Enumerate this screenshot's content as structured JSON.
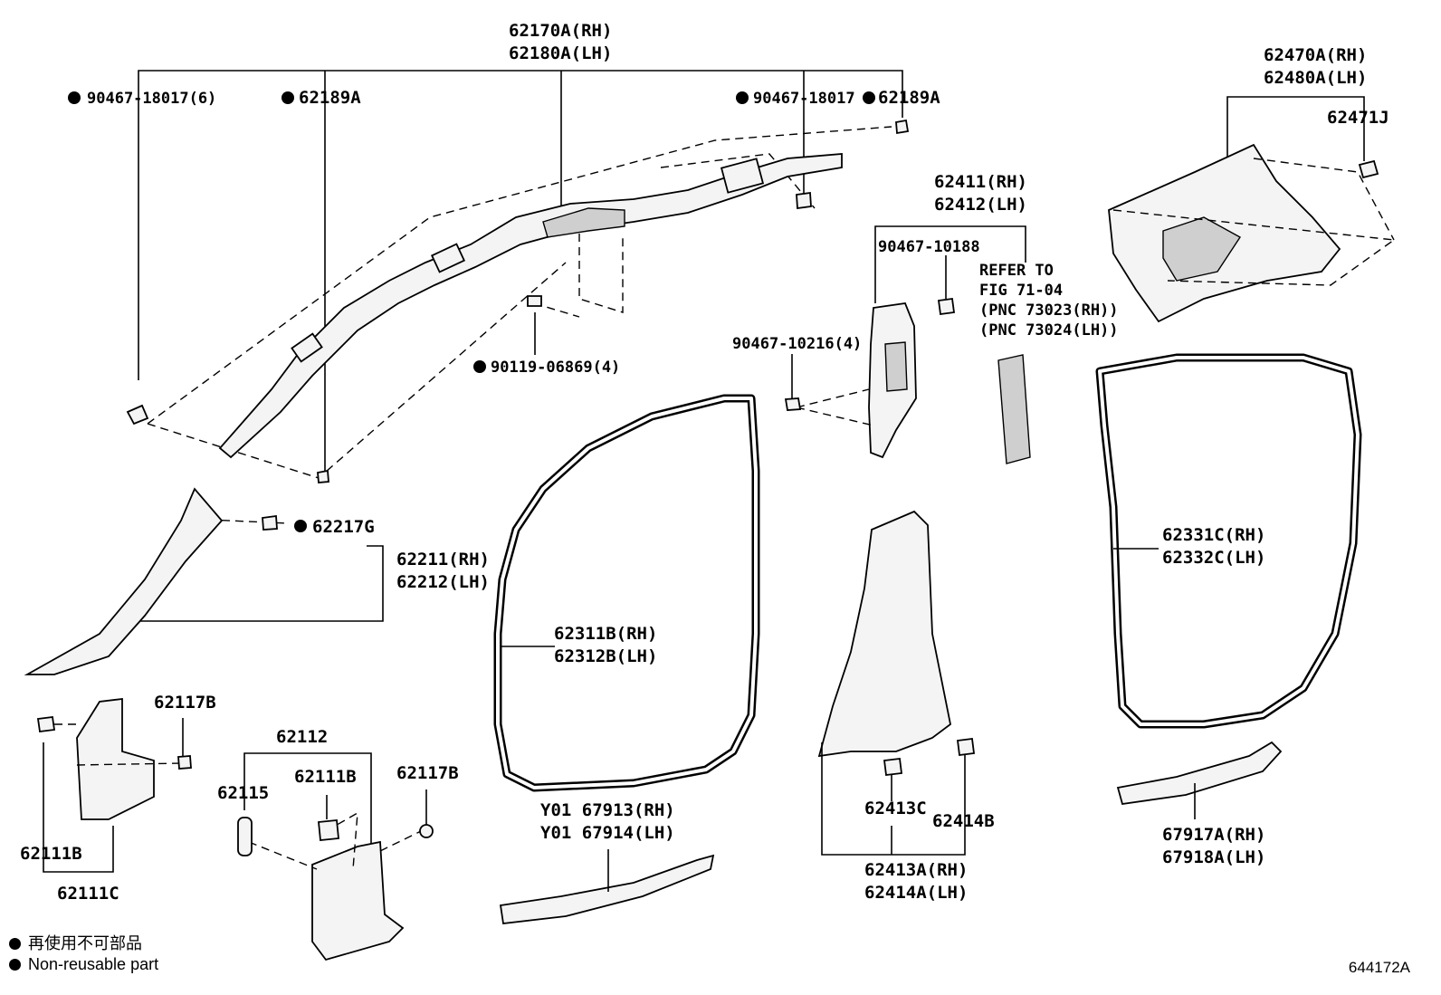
{
  "labels": {
    "l62170A": "62170A(RH)",
    "l62180A": "62180A(LH)",
    "l90467_18017_6": "90467-18017(6)",
    "l62189A_left": "62189A",
    "l90467_18017": "90467-18017",
    "l62189A_right": "62189A",
    "l90119": "90119-06869(4)",
    "l62470A": "62470A(RH)",
    "l62480A": "62480A(LH)",
    "l62471J": "62471J",
    "l62411": "62411(RH)",
    "l62412": "62412(LH)",
    "l90467_10188": "90467-10188",
    "l90467_10216": "90467-10216(4)",
    "refer1": "REFER TO",
    "refer2": "FIG 71-04",
    "refer3": "(PNC 73023(RH))",
    "refer4": "(PNC 73024(LH))",
    "l62217G": "62217G",
    "l62211": "62211(RH)",
    "l62212": "62212(LH)",
    "l62311B": "62311B(RH)",
    "l62312B": "62312B(LH)",
    "l62331C": "62331C(RH)",
    "l62332C": "62332C(LH)",
    "l62117B_a": "62117B",
    "l62111B_a": "62111B",
    "l62111C": "62111C",
    "l62112": "62112",
    "l62115": "62115",
    "l62111B_b": "62111B",
    "l62117B_b": "62117B",
    "l67913": "Y01 67913(RH)",
    "l67914": "Y01 67914(LH)",
    "l62413C": "62413C",
    "l62414B": "62414B",
    "l62413A": "62413A(RH)",
    "l62414A": "62414A(LH)",
    "l67917A": "67917A(RH)",
    "l67918A": "67918A(LH)"
  },
  "legend": {
    "jp": "再使用不可部品",
    "en": "Non-reusable part"
  },
  "figure_number": "644172A",
  "colors": {
    "ink": "#000000",
    "paper": "#ffffff"
  }
}
